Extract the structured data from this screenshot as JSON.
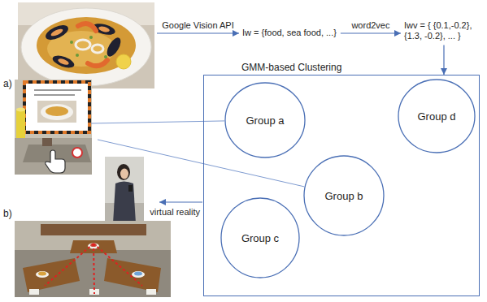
{
  "diagram": {
    "nodes": [
      {
        "text": [
          "GMM-based Clustering"
        ]
      },
      {
        "text": [
          "Group a"
        ],
        "in": 0
      },
      {
        "text": [
          "Group d"
        ],
        "in": 0
      },
      {
        "text": [
          "Group b"
        ],
        "in": 0
      },
      {
        "text": [
          "Group c"
        ],
        "in": 0
      }
    ],
    "labels": [
      "Google Vision API",
      "Iw = {food, sea food, ...}",
      "word2vec",
      "Iwv = { {0.1,-0.2}, {1.3, -0.2}, ... }",
      "a)",
      "b)",
      "virtual reality"
    ]
  }
}
